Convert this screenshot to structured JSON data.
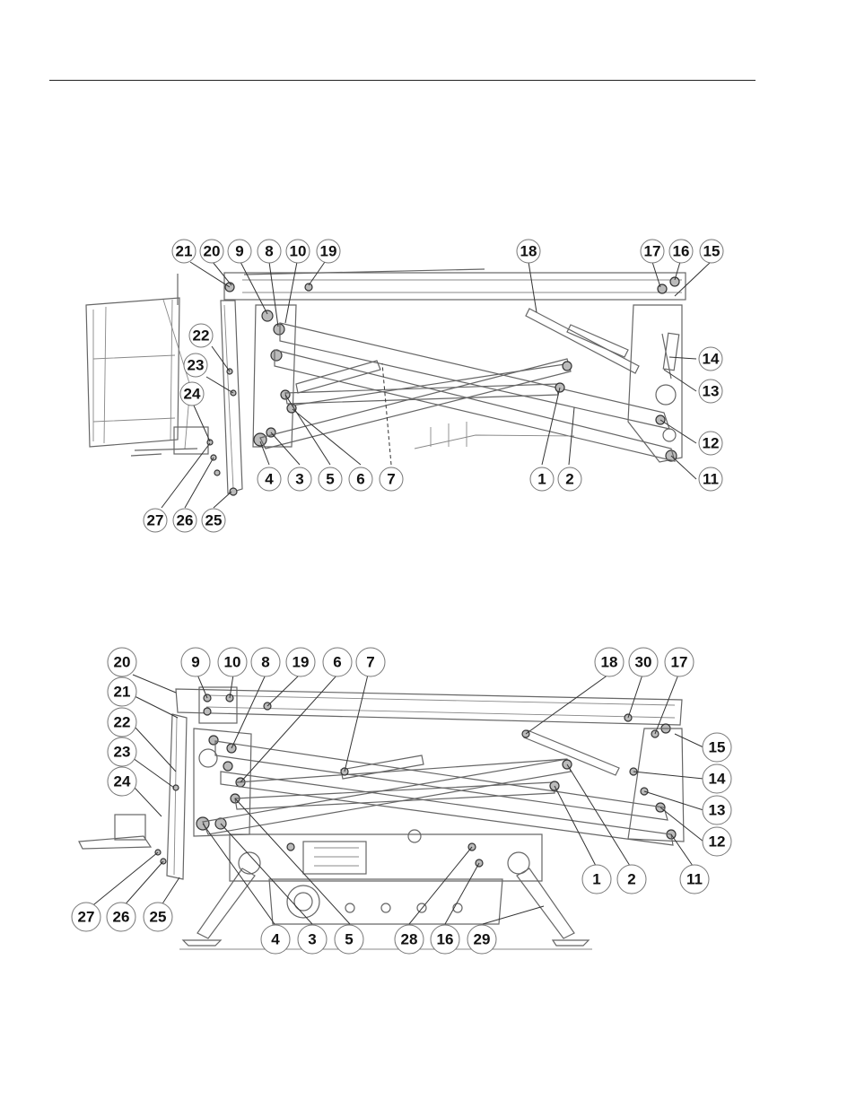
{
  "figure_top": {
    "callouts": [
      {
        "id": "21"
      },
      {
        "id": "20"
      },
      {
        "id": "9"
      },
      {
        "id": "8"
      },
      {
        "id": "10"
      },
      {
        "id": "19"
      },
      {
        "id": "18"
      },
      {
        "id": "17"
      },
      {
        "id": "16"
      },
      {
        "id": "15"
      },
      {
        "id": "22"
      },
      {
        "id": "23"
      },
      {
        "id": "24"
      },
      {
        "id": "14"
      },
      {
        "id": "13"
      },
      {
        "id": "12"
      },
      {
        "id": "11"
      },
      {
        "id": "4"
      },
      {
        "id": "3"
      },
      {
        "id": "5"
      },
      {
        "id": "6"
      },
      {
        "id": "7"
      },
      {
        "id": "1"
      },
      {
        "id": "2"
      },
      {
        "id": "27"
      },
      {
        "id": "26"
      },
      {
        "id": "25"
      }
    ]
  },
  "figure_bottom": {
    "callouts": [
      {
        "id": "20"
      },
      {
        "id": "9"
      },
      {
        "id": "10"
      },
      {
        "id": "8"
      },
      {
        "id": "19"
      },
      {
        "id": "6"
      },
      {
        "id": "7"
      },
      {
        "id": "18"
      },
      {
        "id": "30"
      },
      {
        "id": "17"
      },
      {
        "id": "21"
      },
      {
        "id": "22"
      },
      {
        "id": "23"
      },
      {
        "id": "24"
      },
      {
        "id": "15"
      },
      {
        "id": "14"
      },
      {
        "id": "13"
      },
      {
        "id": "12"
      },
      {
        "id": "11"
      },
      {
        "id": "1"
      },
      {
        "id": "2"
      },
      {
        "id": "27"
      },
      {
        "id": "26"
      },
      {
        "id": "25"
      },
      {
        "id": "4"
      },
      {
        "id": "3"
      },
      {
        "id": "5"
      },
      {
        "id": "28"
      },
      {
        "id": "16"
      },
      {
        "id": "29"
      }
    ]
  }
}
